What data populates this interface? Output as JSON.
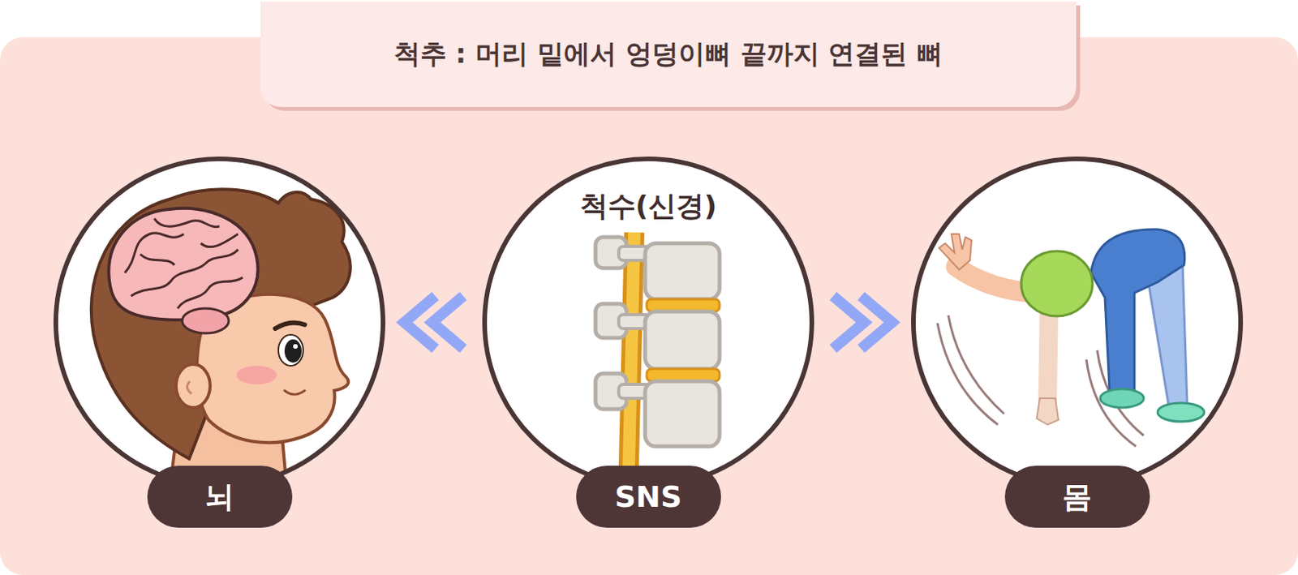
{
  "diagram": {
    "title": "척추 : 머리 밑에서 엉덩이뼈 끝까지 연결된 뼈",
    "nodes": [
      {
        "text": [
          "뇌"
        ]
      },
      {
        "text": [
          "척수(신경)",
          "SNS"
        ]
      },
      {
        "text": [
          "몸"
        ]
      }
    ],
    "edges": [
      {
        "from": 1,
        "to": 0,
        "arrow": "to"
      },
      {
        "from": 1,
        "to": 2,
        "arrow": "to"
      }
    ]
  }
}
